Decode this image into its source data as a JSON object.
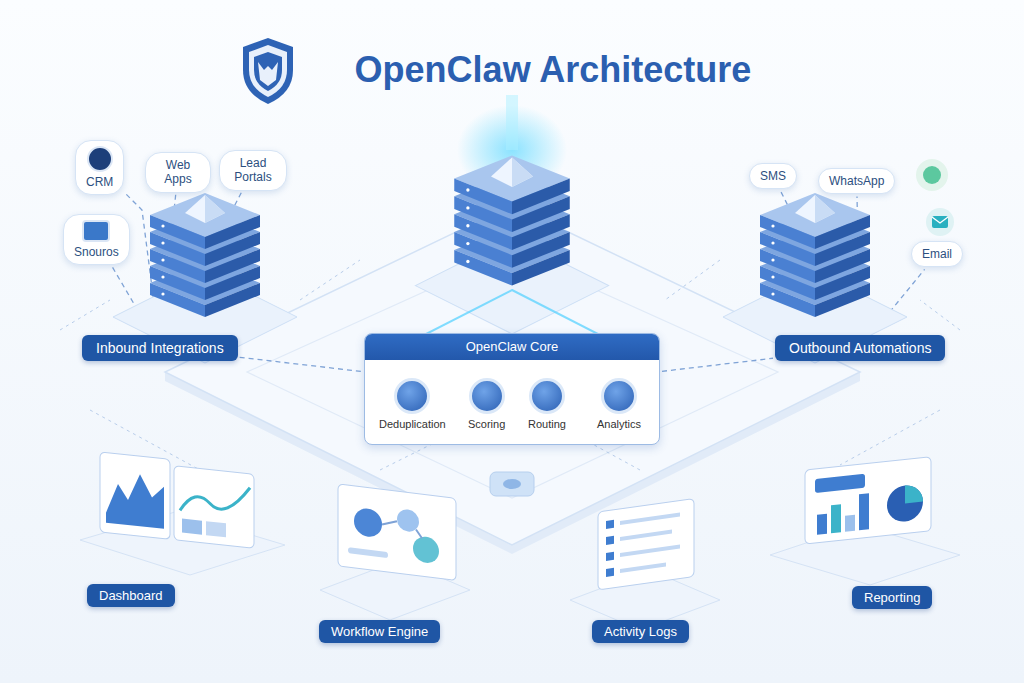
{
  "diagram": {
    "title": "OpenClaw Architecture",
    "nodes": [
      {
        "text": [
          "CRM"
        ]
      },
      {
        "text": [
          "Web Apps"
        ]
      },
      {
        "text": [
          "Lead Portals"
        ]
      },
      {
        "text": [
          "Snouros"
        ]
      },
      {
        "text": [
          "Inbound Integrations"
        ]
      },
      {
        "text": [
          "SMS"
        ]
      },
      {
        "text": [
          "WhatsApp"
        ]
      },
      {
        "text": [
          "Email"
        ]
      },
      {
        "text": [
          "Outbound Automations"
        ]
      },
      {
        "text": [
          "OpenClaw Core"
        ]
      },
      {
        "text": [
          "Deduplication"
        ],
        "in": 9
      },
      {
        "text": [
          "Scoring"
        ],
        "in": 9
      },
      {
        "text": [
          "Routing"
        ],
        "in": 9
      },
      {
        "text": [
          "Analytics"
        ],
        "in": 9
      },
      {
        "text": [
          "Dashboard"
        ]
      },
      {
        "text": [
          "Workflow Engine"
        ]
      },
      {
        "text": [
          "Activity Logs"
        ]
      },
      {
        "text": [
          "Reporting"
        ]
      }
    ],
    "edges": [
      {
        "from": 0,
        "to": 4,
        "arrow": "none"
      },
      {
        "from": 1,
        "to": 4,
        "arrow": "none"
      },
      {
        "from": 2,
        "to": 4,
        "arrow": "none"
      },
      {
        "from": 3,
        "to": 4,
        "arrow": "none"
      },
      {
        "from": 4,
        "to": 9,
        "arrow": "none"
      },
      {
        "from": 9,
        "to": 8,
        "arrow": "none"
      },
      {
        "from": 8,
        "to": 5,
        "arrow": "none"
      },
      {
        "from": 8,
        "to": 6,
        "arrow": "none"
      },
      {
        "from": 8,
        "to": 7,
        "arrow": "none"
      }
    ]
  }
}
